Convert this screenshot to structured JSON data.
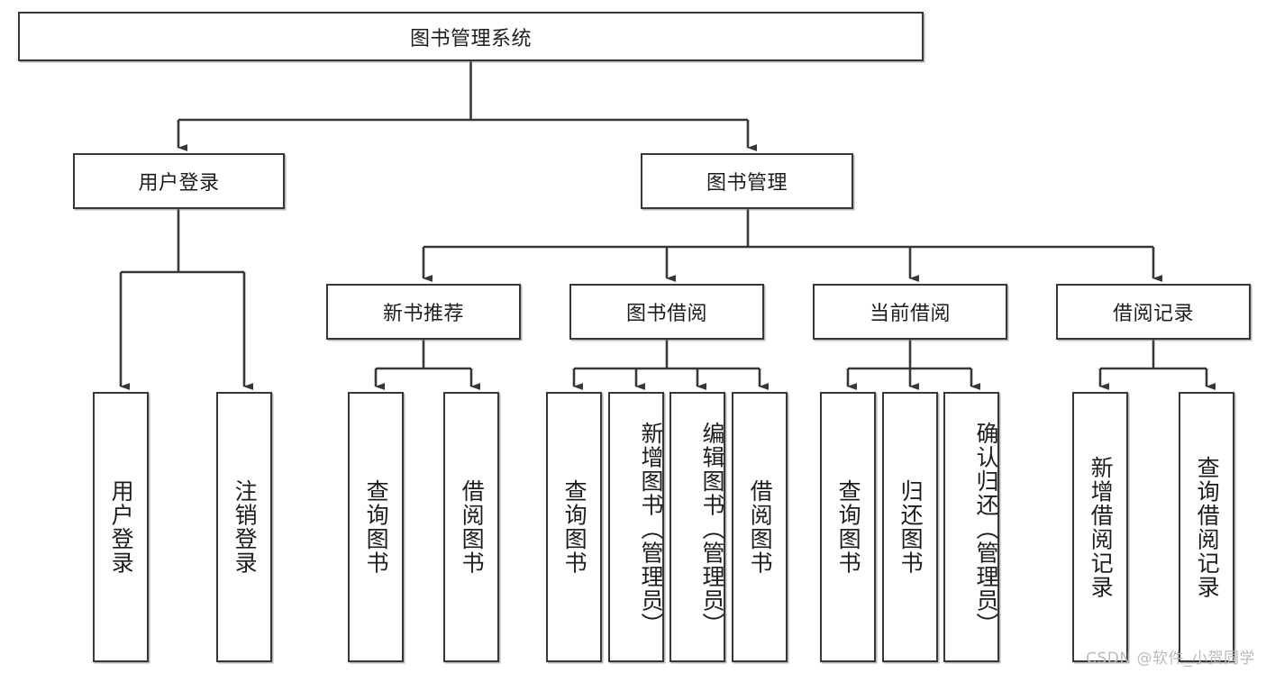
{
  "diagram": {
    "type": "tree",
    "title": "图书管理系统",
    "watermark": "CSDN @软件_小贺同学",
    "colors": {
      "box_border": "#33383d",
      "box_fill": "#ffffff",
      "connector": "#33383d",
      "text": "#1b1d20",
      "watermark": "#b9bbbd"
    },
    "nodes": {
      "root": {
        "label": "图书管理系统",
        "level": 1
      },
      "user_login": {
        "label": "用户登录",
        "level": 2
      },
      "book_manage": {
        "label": "图书管理",
        "level": 2
      },
      "new_book_rec": {
        "label": "新书推荐",
        "level": 3
      },
      "book_borrow": {
        "label": "图书借阅",
        "level": 3
      },
      "current_borrow": {
        "label": "当前借阅",
        "level": 3
      },
      "borrow_record": {
        "label": "借阅记录",
        "level": 3
      },
      "leaf_user_login": {
        "label": "用户登录",
        "level": 4
      },
      "leaf_logout": {
        "label": "注销登录",
        "level": 4
      },
      "leaf_query_book_1": {
        "label": "查询图书",
        "level": 4
      },
      "leaf_borrow_book_1": {
        "label": "借阅图书",
        "level": 4
      },
      "leaf_query_book_2": {
        "label": "查询图书",
        "level": 4
      },
      "leaf_add_book": {
        "label": "新增图书（管理员）",
        "level": 4
      },
      "leaf_edit_book": {
        "label": "编辑图书（管理员）",
        "level": 4
      },
      "leaf_borrow_book_2": {
        "label": "借阅图书",
        "level": 4
      },
      "leaf_query_book_3": {
        "label": "查询图书",
        "level": 4
      },
      "leaf_return_book": {
        "label": "归还图书",
        "level": 4
      },
      "leaf_confirm_return": {
        "label": "确认归还（管理员）",
        "level": 4
      },
      "leaf_add_record": {
        "label": "新增借阅记录",
        "level": 4
      },
      "leaf_query_record": {
        "label": "查询借阅记录",
        "level": 4
      }
    },
    "edges": [
      {
        "from": "root",
        "to": "user_login"
      },
      {
        "from": "root",
        "to": "book_manage"
      },
      {
        "from": "user_login",
        "to": "leaf_user_login"
      },
      {
        "from": "user_login",
        "to": "leaf_logout"
      },
      {
        "from": "book_manage",
        "to": "new_book_rec"
      },
      {
        "from": "book_manage",
        "to": "book_borrow"
      },
      {
        "from": "book_manage",
        "to": "current_borrow"
      },
      {
        "from": "book_manage",
        "to": "borrow_record"
      },
      {
        "from": "new_book_rec",
        "to": "leaf_query_book_1"
      },
      {
        "from": "new_book_rec",
        "to": "leaf_borrow_book_1"
      },
      {
        "from": "book_borrow",
        "to": "leaf_query_book_2"
      },
      {
        "from": "book_borrow",
        "to": "leaf_add_book"
      },
      {
        "from": "book_borrow",
        "to": "leaf_edit_book"
      },
      {
        "from": "book_borrow",
        "to": "leaf_borrow_book_2"
      },
      {
        "from": "current_borrow",
        "to": "leaf_query_book_3"
      },
      {
        "from": "current_borrow",
        "to": "leaf_return_book"
      },
      {
        "from": "current_borrow",
        "to": "leaf_confirm_return"
      },
      {
        "from": "borrow_record",
        "to": "leaf_add_record"
      },
      {
        "from": "borrow_record",
        "to": "leaf_query_record"
      }
    ]
  }
}
